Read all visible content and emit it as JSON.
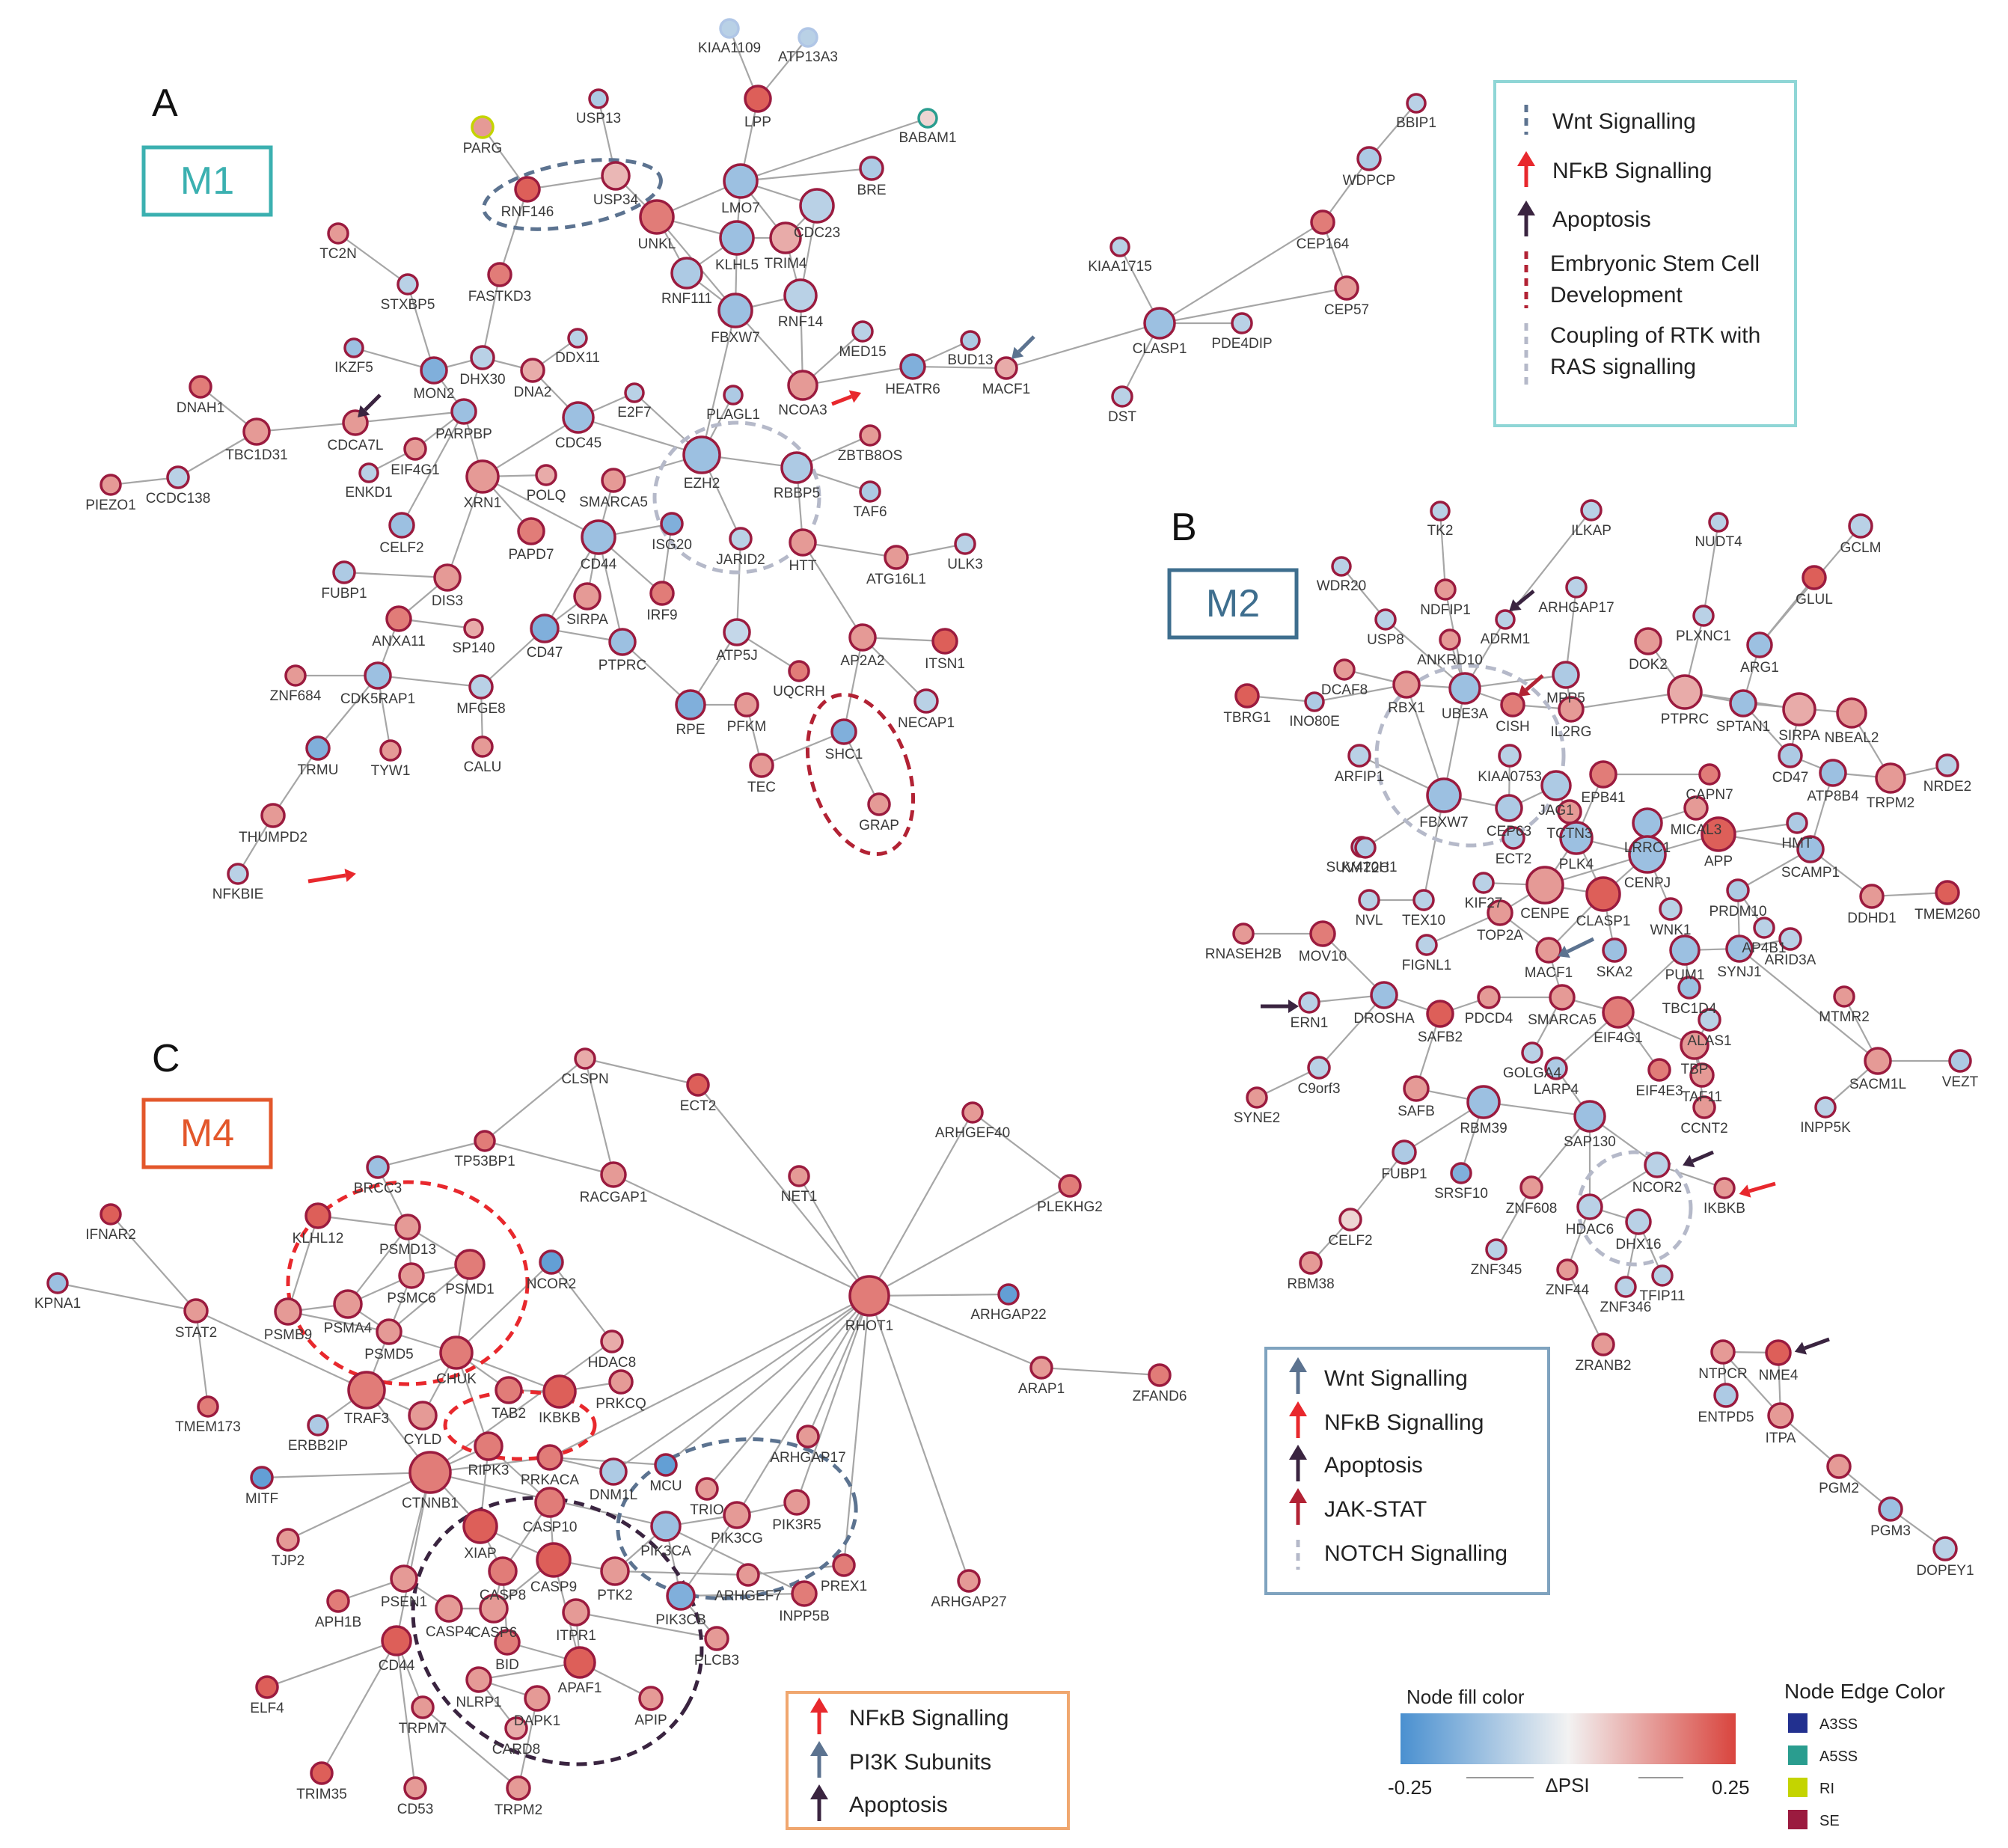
{
  "panels": [
    {
      "letter": "A",
      "module": "M1",
      "color": "#3bb0b0"
    },
    {
      "letter": "B",
      "module": "M2",
      "color": "#3e6e8e"
    },
    {
      "letter": "C",
      "module": "M4",
      "color": "#e3572b"
    }
  ],
  "legends": [
    {
      "items": [
        {
          "type": "dash",
          "color": "#5c7390",
          "label": "Wnt Signalling"
        },
        {
          "type": "arrow",
          "color": "#e8282d",
          "label": "NFκB Signalling"
        },
        {
          "type": "arrow",
          "color": "#3a2440",
          "label": "Apoptosis"
        },
        {
          "type": "dash",
          "color": "#b22234",
          "label": "Embryonic Stem Cell Development"
        },
        {
          "type": "dash",
          "color": "#b5b9c9",
          "label": "Coupling of RTK with RAS signalling"
        }
      ]
    },
    {
      "items": [
        {
          "type": "arrow",
          "color": "#5c7390",
          "label": "Wnt Signalling"
        },
        {
          "type": "arrow",
          "color": "#e8282d",
          "label": "NFκB Signalling"
        },
        {
          "type": "arrow",
          "color": "#3a2440",
          "label": "Apoptosis"
        },
        {
          "type": "arrow",
          "color": "#b22234",
          "label": "JAK-STAT"
        },
        {
          "type": "dash",
          "color": "#b5b9c9",
          "label": "NOTCH Signalling"
        }
      ]
    },
    {
      "items": [
        {
          "type": "arrow",
          "color": "#e8282d",
          "label": "NFκB Signalling"
        },
        {
          "type": "arrow",
          "color": "#5c7390",
          "label": "PI3K Subunits"
        },
        {
          "type": "arrow",
          "color": "#3a2440",
          "label": "Apoptosis"
        }
      ]
    }
  ],
  "fill_scale": {
    "title": "Node fill color",
    "label": "ΔPSI",
    "min": "-0.25",
    "max": "0.25",
    "low_color": "#4a90d0",
    "mid_color": "#f2f2f2",
    "high_color": "#d9453e"
  },
  "edge_colors": {
    "title": "Node Edge Color",
    "items": [
      {
        "label": "A3SS",
        "color": "#22308f"
      },
      {
        "label": "A5SS",
        "color": "#2a9d8f"
      },
      {
        "label": "RI",
        "color": "#c4d400"
      },
      {
        "label": "SE",
        "color": "#9b1b3f"
      }
    ]
  },
  "network": {
    "nodes": [
      {
        "id": "KIAA1109",
        "v": -0.1
      },
      {
        "id": "ATP13A3",
        "v": -0.1
      },
      {
        "id": "LPP",
        "v": 0.25
      },
      {
        "id": "BABAM1",
        "v": 0.05
      },
      {
        "id": "PARG",
        "v": 0.15
      },
      {
        "id": "USP13",
        "v": -0.12
      },
      {
        "id": "USP34",
        "v": 0.1
      },
      {
        "id": "RNF146",
        "v": 0.3
      },
      {
        "id": "LMO7",
        "v": -0.15
      },
      {
        "id": "UNKL",
        "v": 0.2
      },
      {
        "id": "CDC23",
        "v": -0.1
      },
      {
        "id": "BRE",
        "v": -0.12
      },
      {
        "id": "KLHL5",
        "v": -0.15
      },
      {
        "id": "TRIM4",
        "v": 0.12
      },
      {
        "id": "RNF111",
        "v": -0.12
      },
      {
        "id": "RNF14",
        "v": -0.1
      },
      {
        "id": "FBXW7",
        "v": -0.15
      },
      {
        "id": "MED15",
        "v": -0.1
      },
      {
        "id": "BUD13",
        "v": -0.12
      },
      {
        "id": "HEATR6",
        "v": -0.2
      },
      {
        "id": "MACF1",
        "v": 0.12
      },
      {
        "id": "NCOA3",
        "v": 0.15
      },
      {
        "id": "BBIP1",
        "v": -0.1
      },
      {
        "id": "WDPCP",
        "v": -0.12
      },
      {
        "id": "CEP164",
        "v": 0.2
      },
      {
        "id": "CEP57",
        "v": 0.15
      },
      {
        "id": "KIAA1715",
        "v": -0.1
      },
      {
        "id": "CLASP1",
        "v": -0.15
      },
      {
        "id": "PDE4DIP",
        "v": -0.1
      },
      {
        "id": "DST",
        "v": -0.1
      },
      {
        "id": "TC2N",
        "v": 0.15
      },
      {
        "id": "FASTKD3",
        "v": 0.2
      },
      {
        "id": "STXBP5",
        "v": -0.1
      },
      {
        "id": "IKZF5",
        "v": -0.15
      },
      {
        "id": "MON2",
        "v": -0.2
      },
      {
        "id": "DHX30",
        "v": -0.1
      },
      {
        "id": "DDX11",
        "v": -0.1
      },
      {
        "id": "DNA2",
        "v": 0.12
      },
      {
        "id": "DNAH1",
        "v": 0.2
      },
      {
        "id": "TBC1D31",
        "v": 0.15
      },
      {
        "id": "CDCA7L",
        "v": 0.15
      },
      {
        "id": "PARPBP",
        "v": -0.15
      },
      {
        "id": "E2F7",
        "v": -0.1
      },
      {
        "id": "CDC45",
        "v": -0.15
      },
      {
        "id": "PLAGL1",
        "v": -0.12
      },
      {
        "id": "EZH2",
        "v": -0.15
      },
      {
        "id": "ZBTB8OS",
        "v": 0.15
      },
      {
        "id": "RBBP5",
        "v": -0.12
      },
      {
        "id": "PIEZO1",
        "v": 0.15
      },
      {
        "id": "CCDC138",
        "v": -0.1
      },
      {
        "id": "EIF4G1",
        "v": 0.15
      },
      {
        "id": "ENKD1",
        "v": -0.1
      },
      {
        "id": "XRN1",
        "v": 0.15
      },
      {
        "id": "POLQ",
        "v": 0.12
      },
      {
        "id": "SMARCA5",
        "v": 0.15
      },
      {
        "id": "TAF6",
        "v": -0.12
      },
      {
        "id": "CELF2",
        "v": -0.15
      },
      {
        "id": "PAPD7",
        "v": 0.2
      },
      {
        "id": "CD44",
        "v": -0.15
      },
      {
        "id": "ISG20",
        "v": -0.2
      },
      {
        "id": "JARID2",
        "v": -0.1
      },
      {
        "id": "HTT",
        "v": 0.15
      },
      {
        "id": "ATG16L1",
        "v": 0.15
      },
      {
        "id": "ULK3",
        "v": -0.1
      },
      {
        "id": "FUBP1",
        "v": -0.12
      },
      {
        "id": "DIS3",
        "v": 0.15
      },
      {
        "id": "ANXA11",
        "v": 0.2
      },
      {
        "id": "SIRPA",
        "v": 0.15
      },
      {
        "id": "IRF9",
        "v": 0.2
      },
      {
        "id": "SP140",
        "v": 0.12
      },
      {
        "id": "CD47",
        "v": -0.2
      },
      {
        "id": "PTPRC",
        "v": -0.15
      },
      {
        "id": "ATP5J",
        "v": -0.08
      },
      {
        "id": "AP2A2",
        "v": 0.15
      },
      {
        "id": "ITSN1",
        "v": 0.25
      },
      {
        "id": "ZNF684",
        "v": 0.15
      },
      {
        "id": "CDK5RAP1",
        "v": -0.15
      },
      {
        "id": "MFGE8",
        "v": -0.1
      },
      {
        "id": "UQCRH",
        "v": 0.2
      },
      {
        "id": "NECAP1",
        "v": -0.1
      },
      {
        "id": "RPE",
        "v": -0.2
      },
      {
        "id": "PFKM",
        "v": 0.15
      },
      {
        "id": "SHC1",
        "v": -0.2
      },
      {
        "id": "TRMU",
        "v": -0.2
      },
      {
        "id": "TYW1",
        "v": 0.15
      },
      {
        "id": "CALU",
        "v": 0.15
      },
      {
        "id": "TEC",
        "v": 0.15
      },
      {
        "id": "GRAP",
        "v": 0.15
      },
      {
        "id": "THUMPD2",
        "v": 0.15
      },
      {
        "id": "NFKBIE",
        "v": -0.1
      },
      {
        "id": "TK2",
        "v": -0.1
      },
      {
        "id": "ILKAP",
        "v": -0.1
      },
      {
        "id": "NUDT4",
        "v": -0.1
      },
      {
        "id": "GCLM",
        "v": -0.1
      },
      {
        "id": "WDR20",
        "v": -0.1
      },
      {
        "id": "NDFIP1",
        "v": 0.15
      },
      {
        "id": "ARHGAP17",
        "v": -0.1
      },
      {
        "id": "GLUL",
        "v": 0.25
      },
      {
        "id": "USP8",
        "v": -0.1
      },
      {
        "id": "ADRM1",
        "v": -0.1
      },
      {
        "id": "ANKRD10",
        "v": 0.15
      },
      {
        "id": "PLXNC1",
        "v": -0.1
      },
      {
        "id": "TBRG1",
        "v": 0.3
      },
      {
        "id": "DCAF8",
        "v": 0.15
      },
      {
        "id": "DOK2",
        "v": 0.15
      },
      {
        "id": "ARG1",
        "v": -0.15
      },
      {
        "id": "INO80E",
        "v": -0.12
      },
      {
        "id": "RBX1",
        "v": 0.15
      },
      {
        "id": "UBE3A",
        "v": -0.15
      },
      {
        "id": "CISH",
        "v": 0.2
      },
      {
        "id": "MPP5",
        "v": -0.12
      },
      {
        "id": "IL2RG",
        "v": 0.15
      },
      {
        "id": "PTPRC2",
        "v": 0.12
      },
      {
        "id": "SPTAN1",
        "v": -0.15
      },
      {
        "id": "SIRPA2",
        "v": 0.12
      },
      {
        "id": "NBEAL2",
        "v": 0.15
      },
      {
        "id": "ARFIP1",
        "v": -0.1
      },
      {
        "id": "KIAA0753",
        "v": -0.1
      },
      {
        "id": "EPB41",
        "v": 0.2
      },
      {
        "id": "CAPN7",
        "v": 0.2
      },
      {
        "id": "CD472",
        "v": -0.12
      },
      {
        "id": "ATP8B4",
        "v": -0.15
      },
      {
        "id": "TRPM2",
        "v": 0.15
      },
      {
        "id": "NRDE2",
        "v": -0.1
      },
      {
        "id": "FBXW72",
        "v": -0.15
      },
      {
        "id": "JAG1",
        "v": -0.12
      },
      {
        "id": "CEP63",
        "v": -0.12
      },
      {
        "id": "TCTN3",
        "v": 0.15
      },
      {
        "id": "MICAL3",
        "v": 0.15
      },
      {
        "id": "LRRC1",
        "v": -0.15
      },
      {
        "id": "SUV420H1",
        "v": -0.1
      },
      {
        "id": "ECT2",
        "v": -0.12
      },
      {
        "id": "HMT",
        "v": -0.12
      },
      {
        "id": "KMT2C",
        "v": -0.12
      },
      {
        "id": "APP",
        "v": 0.3
      },
      {
        "id": "SCAMP1",
        "v": -0.15
      },
      {
        "id": "PLK4",
        "v": -0.15
      },
      {
        "id": "CENPJ",
        "v": -0.15
      },
      {
        "id": "KIF27",
        "v": -0.1
      },
      {
        "id": "CENPE",
        "v": 0.15
      },
      {
        "id": "CLASP12",
        "v": 0.25
      },
      {
        "id": "WNK1",
        "v": -0.1
      },
      {
        "id": "PRDM10",
        "v": -0.12
      },
      {
        "id": "DDHD1",
        "v": 0.15
      },
      {
        "id": "TMEM260",
        "v": 0.25
      },
      {
        "id": "NVL",
        "v": -0.1
      },
      {
        "id": "TEX10",
        "v": -0.1
      },
      {
        "id": "TOP2A",
        "v": 0.15
      },
      {
        "id": "AP4B1",
        "v": -0.1
      },
      {
        "id": "RNASEH2B",
        "v": 0.15
      },
      {
        "id": "MOV10",
        "v": 0.2
      },
      {
        "id": "FIGNL1",
        "v": -0.1
      },
      {
        "id": "MACF12",
        "v": 0.15
      },
      {
        "id": "SKA2",
        "v": -0.15
      },
      {
        "id": "PUM1",
        "v": -0.15
      },
      {
        "id": "SYNJ1",
        "v": -0.15
      },
      {
        "id": "ARID3A",
        "v": -0.1
      },
      {
        "id": "ERN1",
        "v": -0.1
      },
      {
        "id": "DROSHA",
        "v": -0.15
      },
      {
        "id": "SAFB2",
        "v": 0.25
      },
      {
        "id": "PDCD4",
        "v": 0.15
      },
      {
        "id": "SMARCA52",
        "v": 0.15
      },
      {
        "id": "EIF4G12",
        "v": 0.2
      },
      {
        "id": "TBC1D4",
        "v": -0.15
      },
      {
        "id": "ALAS1",
        "v": -0.1
      },
      {
        "id": "MTMR2",
        "v": 0.15
      },
      {
        "id": "GOLGA4",
        "v": -0.1
      },
      {
        "id": "SYNE2",
        "v": 0.15
      },
      {
        "id": "C9orf3",
        "v": -0.1
      },
      {
        "id": "LARP4",
        "v": -0.12
      },
      {
        "id": "EIF4E3",
        "v": 0.2
      },
      {
        "id": "TBP",
        "v": 0.15
      },
      {
        "id": "TAF11",
        "v": 0.15
      },
      {
        "id": "SACM1L",
        "v": 0.15
      },
      {
        "id": "VEZT",
        "v": -0.12
      },
      {
        "id": "SAFB",
        "v": 0.15
      },
      {
        "id": "RBM39",
        "v": -0.15
      },
      {
        "id": "CCNT2",
        "v": 0.15
      },
      {
        "id": "INPP5K",
        "v": -0.1
      },
      {
        "id": "SAP130",
        "v": -0.15
      },
      {
        "id": "FUBP12",
        "v": -0.12
      },
      {
        "id": "SRSF10",
        "v": -0.2
      },
      {
        "id": "NCOR2",
        "v": -0.1
      },
      {
        "id": "IKBKB",
        "v": 0.15
      },
      {
        "id": "CELF22",
        "v": 0.05
      },
      {
        "id": "ZNF608",
        "v": 0.15
      },
      {
        "id": "HDAC6",
        "v": -0.1
      },
      {
        "id": "DHX16",
        "v": -0.1
      },
      {
        "id": "RBM38",
        "v": 0.15
      },
      {
        "id": "ZNF345",
        "v": -0.1
      },
      {
        "id": "TFIP11",
        "v": -0.1
      },
      {
        "id": "ZNF44",
        "v": 0.15
      },
      {
        "id": "ZNF346",
        "v": -0.1
      },
      {
        "id": "ZRANB2",
        "v": 0.15
      },
      {
        "id": "NTPCR",
        "v": 0.15
      },
      {
        "id": "NME4",
        "v": 0.3
      },
      {
        "id": "ENTPD5",
        "v": -0.12
      },
      {
        "id": "ITPA",
        "v": 0.15
      },
      {
        "id": "PGM2",
        "v": 0.15
      },
      {
        "id": "PGM3",
        "v": -0.15
      },
      {
        "id": "DOPEY1",
        "v": -0.1
      },
      {
        "id": "CLSPN",
        "v": 0.12
      },
      {
        "id": "ECT22",
        "v": 0.25
      },
      {
        "id": "TP53BP1",
        "v": 0.2
      },
      {
        "id": "BRCC3",
        "v": -0.15
      },
      {
        "id": "RACGAP1",
        "v": 0.15
      },
      {
        "id": "NET1",
        "v": 0.15
      },
      {
        "id": "ARHGEF40",
        "v": 0.15
      },
      {
        "id": "PLEKHG2",
        "v": 0.2
      },
      {
        "id": "IFNAR2",
        "v": 0.25
      },
      {
        "id": "KLHL12",
        "v": 0.25
      },
      {
        "id": "PSMD13",
        "v": 0.15
      },
      {
        "id": "PSMD1",
        "v": 0.2
      },
      {
        "id": "NCOR22",
        "v": -0.3
      },
      {
        "id": "KPNA1",
        "v": -0.15
      },
      {
        "id": "STAT2",
        "v": 0.15
      },
      {
        "id": "PSMB9",
        "v": 0.15
      },
      {
        "id": "PSMA4",
        "v": 0.15
      },
      {
        "id": "PSMC6",
        "v": 0.15
      },
      {
        "id": "PSMD5",
        "v": 0.15
      },
      {
        "id": "HDAC8",
        "v": 0.12
      },
      {
        "id": "RHOT1",
        "v": 0.2
      },
      {
        "id": "ARHGAP22",
        "v": -0.3
      },
      {
        "id": "TMEM173",
        "v": 0.2
      },
      {
        "id": "CHUK",
        "v": 0.2
      },
      {
        "id": "TRAF3",
        "v": 0.2
      },
      {
        "id": "CYLD",
        "v": 0.15
      },
      {
        "id": "TAB2",
        "v": 0.2
      },
      {
        "id": "IKBKB2",
        "v": 0.25
      },
      {
        "id": "PRKCQ",
        "v": 0.15
      },
      {
        "id": "ARAP1",
        "v": 0.15
      },
      {
        "id": "ZFAND6",
        "v": 0.2
      },
      {
        "id": "ERBB2IP",
        "v": -0.12
      },
      {
        "id": "MITF",
        "v": -0.3
      },
      {
        "id": "CTNNB1",
        "v": 0.2
      },
      {
        "id": "RIPK3",
        "v": 0.2
      },
      {
        "id": "PRKACA",
        "v": 0.2
      },
      {
        "id": "ARHGAP172",
        "v": 0.15
      },
      {
        "id": "DNM1L",
        "v": -0.12
      },
      {
        "id": "MCU",
        "v": -0.3
      },
      {
        "id": "TRIO",
        "v": 0.15
      },
      {
        "id": "PIK3CG",
        "v": 0.15
      },
      {
        "id": "PIK3R5",
        "v": 0.15
      },
      {
        "id": "XIAP",
        "v": 0.35
      },
      {
        "id": "CASP10",
        "v": 0.2
      },
      {
        "id": "PIK3CA",
        "v": -0.15
      },
      {
        "id": "TJP2",
        "v": 0.15
      },
      {
        "id": "CASP8",
        "v": 0.2
      },
      {
        "id": "CASP6",
        "v": 0.15
      },
      {
        "id": "CASP9",
        "v": 0.25
      },
      {
        "id": "PTK2",
        "v": 0.15
      },
      {
        "id": "ARHGEF7",
        "v": 0.15
      },
      {
        "id": "PREX1",
        "v": 0.2
      },
      {
        "id": "ARHGAP27",
        "v": 0.15
      },
      {
        "id": "PSEN1",
        "v": 0.15
      },
      {
        "id": "PIK3CB",
        "v": -0.2
      },
      {
        "id": "INPP5B",
        "v": 0.2
      },
      {
        "id": "APH1B",
        "v": 0.2
      },
      {
        "id": "CASP4",
        "v": 0.15
      },
      {
        "id": "ITPR1",
        "v": 0.15
      },
      {
        "id": "CD442",
        "v": 0.3
      },
      {
        "id": "BID",
        "v": 0.2
      },
      {
        "id": "PLCB3",
        "v": 0.15
      },
      {
        "id": "APAF1",
        "v": 0.25
      },
      {
        "id": "ELF4",
        "v": 0.3
      },
      {
        "id": "NLRP1",
        "v": 0.15
      },
      {
        "id": "DAPK1",
        "v": 0.15
      },
      {
        "id": "APIP",
        "v": 0.15
      },
      {
        "id": "TRPM7",
        "v": 0.15
      },
      {
        "id": "CARD8",
        "v": 0.12
      },
      {
        "id": "TRIM35",
        "v": 0.3
      },
      {
        "id": "CD53",
        "v": 0.15
      },
      {
        "id": "TRPM22",
        "v": 0.15
      }
    ]
  }
}
